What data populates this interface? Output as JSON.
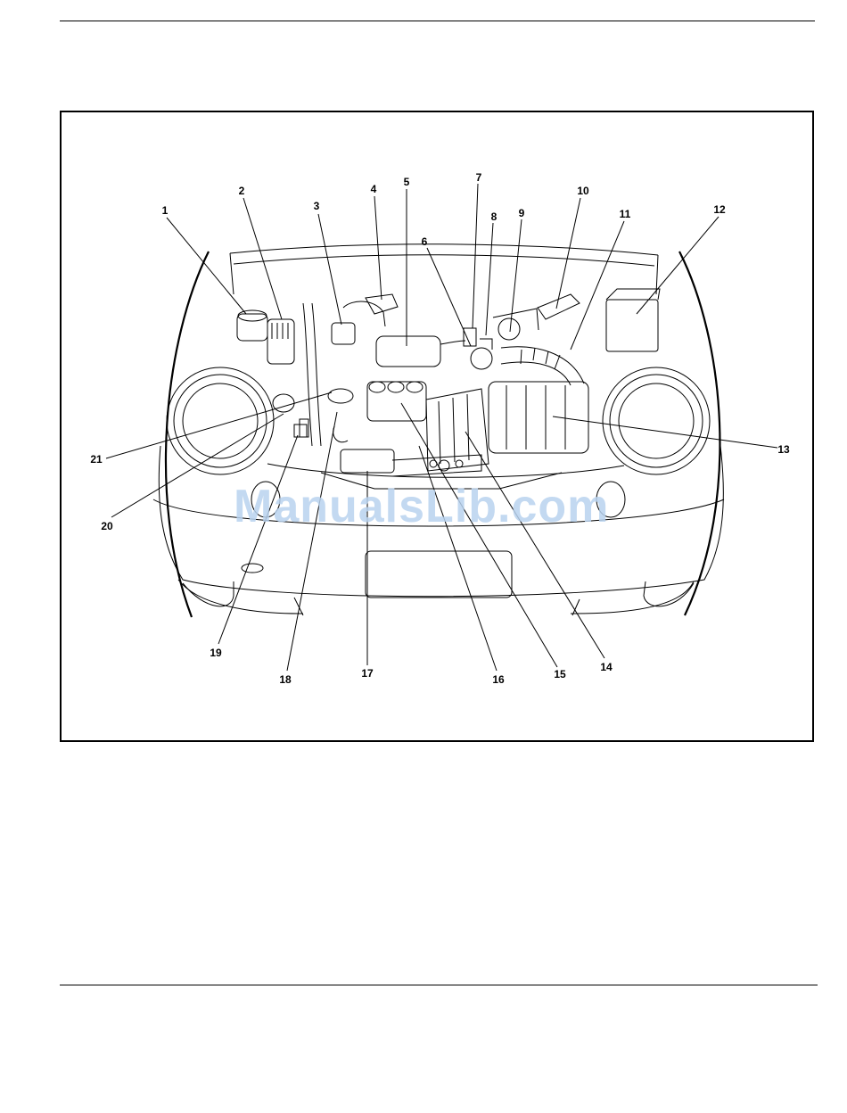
{
  "callouts": [
    "1",
    "2",
    "3",
    "4",
    "5",
    "6",
    "7",
    "8",
    "9",
    "10",
    "11",
    "12",
    "13",
    "14",
    "15",
    "16",
    "17",
    "18",
    "19",
    "20",
    "21"
  ],
  "watermark": "ManualsLib.com"
}
